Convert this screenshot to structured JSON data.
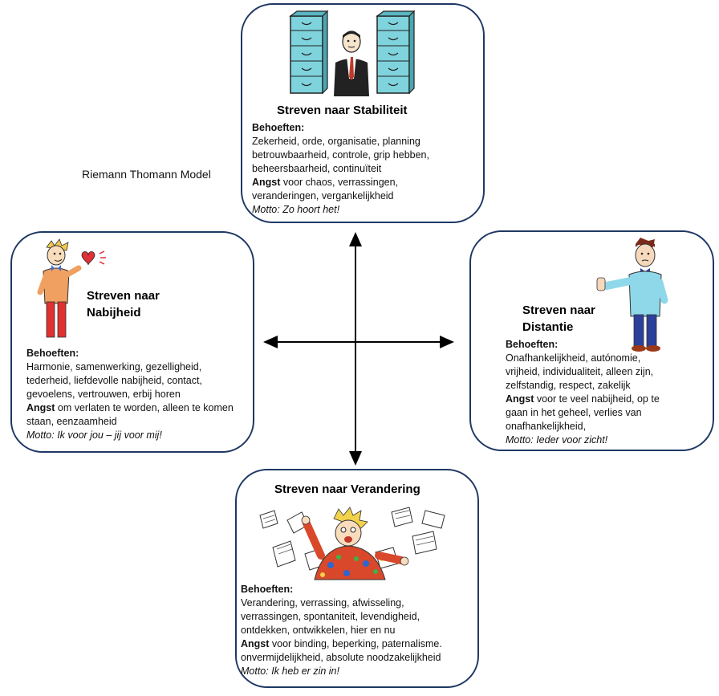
{
  "title": "Riemann Thomann Model",
  "quadrants": {
    "top": {
      "heading": "Streven naar Stabiliteit",
      "needs_label": "Behoeften:",
      "needs": [
        "Zekerheid, orde, organisatie, planning",
        "betrouwbaarheid, controle, grip hebben,",
        "beheersbaarheid, continuïteit"
      ],
      "fear_label": "Angst",
      "fear": [
        " voor chaos, verrassingen,",
        "veranderingen, vergankelijkheid"
      ],
      "motto": "Motto: Zo hoort het!"
    },
    "left": {
      "heading_line1": "Streven naar",
      "heading_line2": "Nabijheid",
      "needs_label": "Behoeften:",
      "needs": [
        "Harmonie, samenwerking, gezelligheid,",
        "tederheid, liefdevolle nabijheid, contact,",
        "gevoelens, vertrouwen, erbij horen"
      ],
      "fear_label": "Angst",
      "fear": [
        " om verlaten te worden, alleen te komen",
        "staan, eenzaamheid"
      ],
      "motto": "Motto: Ik voor jou – jij voor mij!"
    },
    "right": {
      "heading_line1": "Streven naar",
      "heading_line2": "Distantie",
      "needs_label": "Behoeften:",
      "needs": [
        "Onafhankelijkheid, autónomie,",
        "vrijheid, individualiteit, alleen zijn,",
        "zelfstandig, respect, zakelijk"
      ],
      "fear_label": "Angst",
      "fear": [
        " voor te veel nabijheid, op te",
        "gaan in het geheel, verlies van",
        "onafhankelijkheid,"
      ],
      "motto": "Motto: Ieder voor zicht!"
    },
    "bottom": {
      "heading": "Streven naar Verandering",
      "needs_label": "Behoeften:",
      "needs": [
        "Verandering, verrassing, afwisseling,",
        "verrassingen, spontaniteit, levendigheid,",
        "ontdekken, ontwikkelen, hier en nu"
      ],
      "fear_label": "Angst",
      "fear": [
        " voor binding, beperking, paternalisme.",
        "onvermijdelijkheid, absolute noodzakelijkheid"
      ],
      "motto": "Motto: Ik heb er zin in!"
    }
  },
  "colors": {
    "border": "#1f3864",
    "cabinet": "#7fd3dc",
    "arrow": "#000000"
  },
  "icons": [
    "filing-cabinet-icon",
    "businessman-icon",
    "affectionate-person-icon",
    "heart-icon",
    "distant-person-icon",
    "excited-person-icon",
    "flying-papers-icon"
  ]
}
